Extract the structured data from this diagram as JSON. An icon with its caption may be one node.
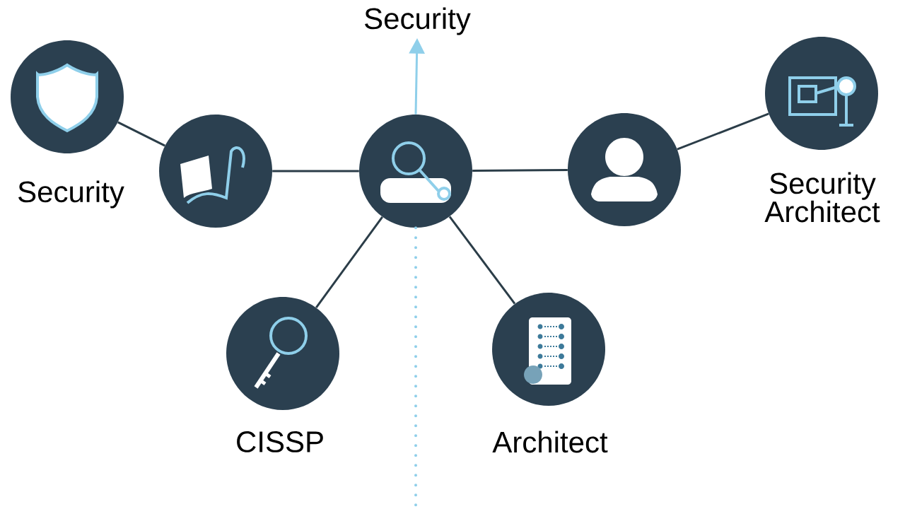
{
  "diagram": {
    "nodes": [
      {
        "text": [],
        "shape": "circle",
        "beside": [
          "Security"
        ]
      },
      {
        "text": [],
        "shape": "circle"
      },
      {
        "text": [],
        "shape": "circle"
      },
      {
        "text": [],
        "shape": "circle"
      },
      {
        "text": [],
        "shape": "circle",
        "beside": [
          "Security Architect"
        ]
      },
      {
        "text": [],
        "shape": "circle",
        "beside": [
          "CISSP"
        ]
      },
      {
        "text": [],
        "shape": "circle",
        "beside": [
          "Architect"
        ]
      },
      {
        "text": [
          "Security"
        ]
      }
    ],
    "edges": [
      {
        "from": 0,
        "to": 1,
        "arrow": "none"
      },
      {
        "from": 1,
        "to": 2,
        "arrow": "none"
      },
      {
        "from": 2,
        "to": 3,
        "arrow": "none"
      },
      {
        "from": 3,
        "to": 4,
        "arrow": "none"
      },
      {
        "from": 2,
        "to": 5,
        "arrow": "none"
      },
      {
        "from": 2,
        "to": 6,
        "arrow": "none"
      },
      {
        "from": 2,
        "to": 7,
        "arrow": "to",
        "color": "#8fcfea"
      },
      {
        "from": 2,
        "to": null,
        "arrow": "none",
        "style": "dashed",
        "color": "#8fcfea"
      }
    ]
  }
}
